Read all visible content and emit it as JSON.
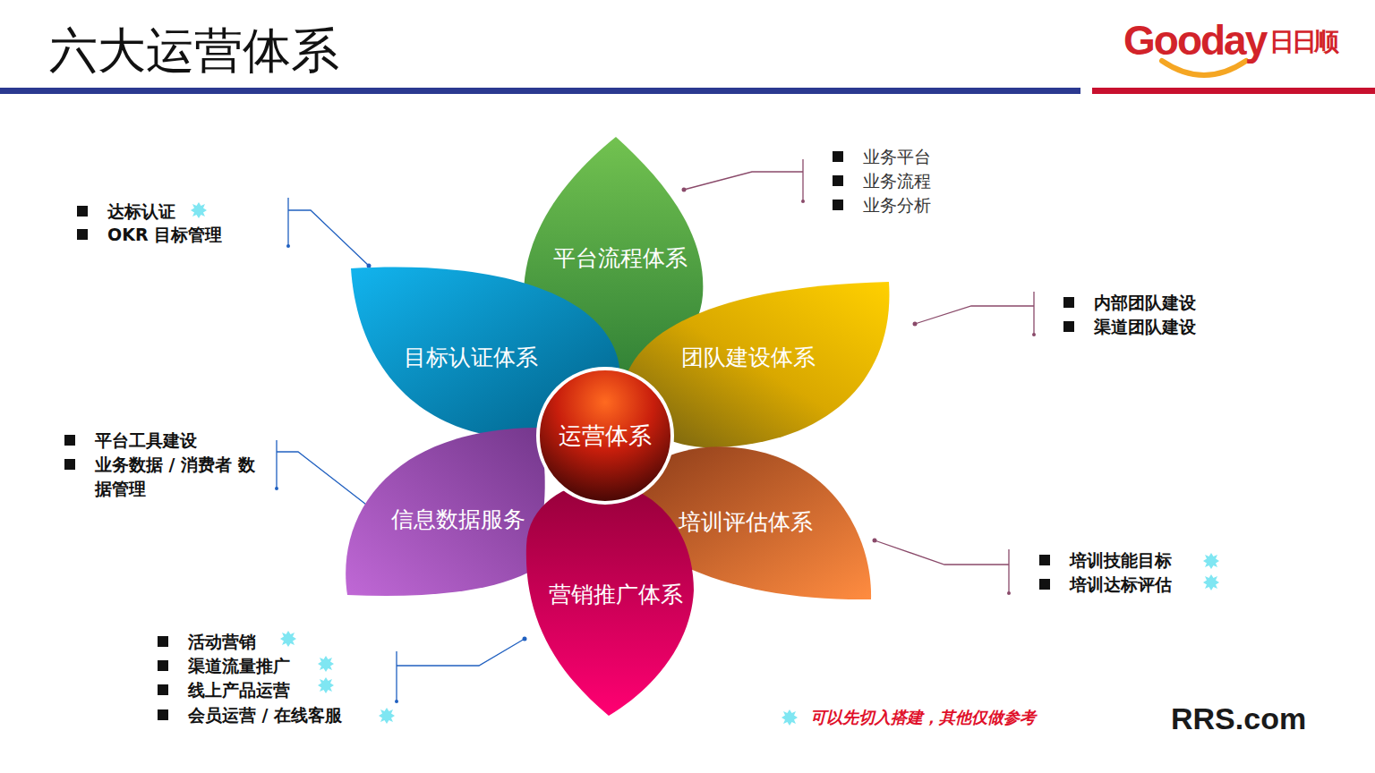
{
  "diagram": {
    "title": "六大运营体系",
    "nodes": [
      {
        "text": [
          "平台流程体系"
        ]
      },
      {
        "text": [
          "目标认证体系"
        ]
      },
      {
        "text": [
          "团队建设体系"
        ]
      },
      {
        "text": [
          "运营体系"
        ]
      },
      {
        "text": [
          "信息数据服务"
        ]
      },
      {
        "text": [
          "培训评估体系"
        ]
      },
      {
        "text": [
          "营销推广体系"
        ]
      }
    ],
    "labels": [
      "Gooday",
      "日日顺",
      "业务平台",
      "业务流程",
      "业务分析",
      "达标认证",
      "OKR 目标管理",
      "内部团队建设",
      "渠道团队建设",
      "平台工具建设",
      "业务数据 / 消费者 数据管理",
      "培训技能目标",
      "培训达标评估",
      "活动营销",
      "渠道流量推广",
      "线上产品运营",
      "会员运营 / 在线客服",
      "可以先切入搭建，其他仅做参考",
      "RRS.com"
    ]
  }
}
